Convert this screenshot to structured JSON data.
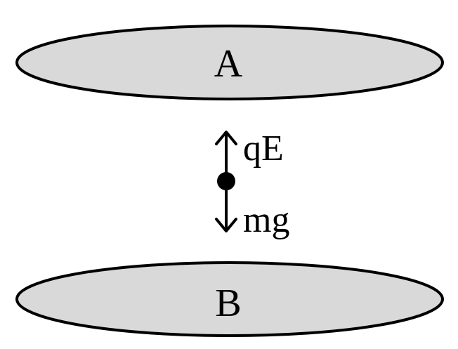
{
  "colors": {
    "plate_fill": "#d9d9d9",
    "stroke": "#000000",
    "text": "#000000",
    "background": "#ffffff"
  },
  "plates": {
    "top_label": "A",
    "bottom_label": "B"
  },
  "forces": {
    "up_label": "qE",
    "down_label": "mg"
  }
}
